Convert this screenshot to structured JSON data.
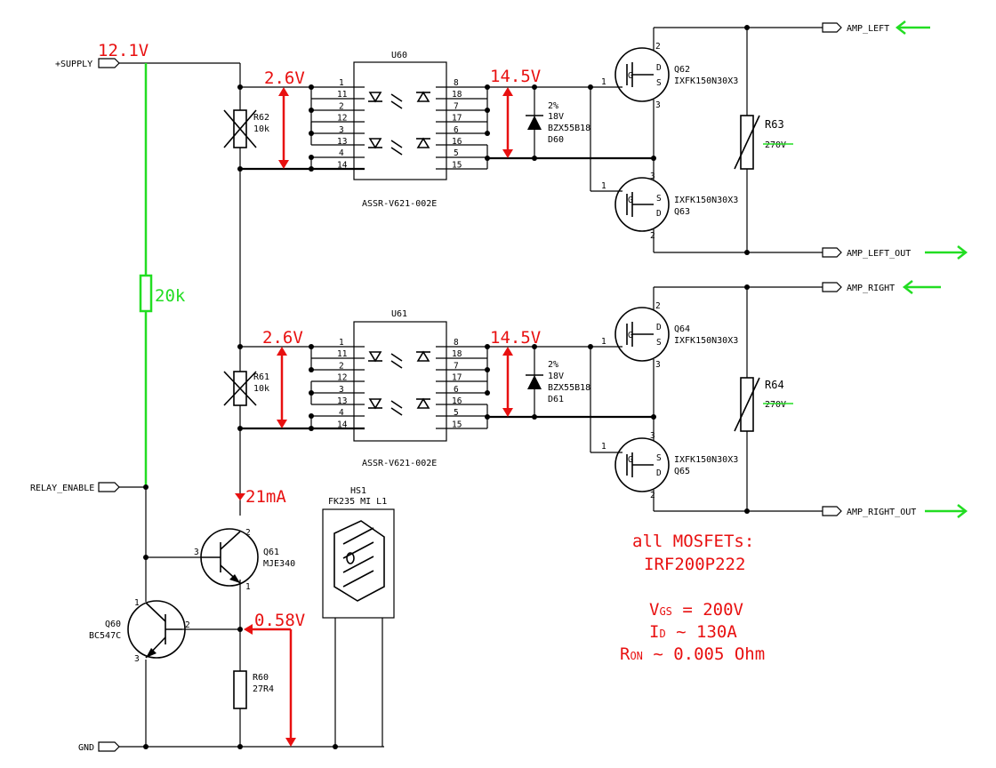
{
  "ports": {
    "supply": "+SUPPLY",
    "relay_enable": "RELAY_ENABLE",
    "gnd": "GND",
    "amp_left": "AMP_LEFT",
    "amp_left_out": "AMP_LEFT_OUT",
    "amp_right": "AMP_RIGHT",
    "amp_right_out": "AMP_RIGHT_OUT"
  },
  "components": {
    "u60": {
      "ref": "U60",
      "value": "ASSR-V621-002E"
    },
    "u61": {
      "ref": "U61",
      "value": "ASSR-V621-002E"
    },
    "r62": {
      "ref": "R62",
      "value": "10k"
    },
    "r61": {
      "ref": "R61",
      "value": "10k"
    },
    "r60": {
      "ref": "R60",
      "value": "27R4"
    },
    "r63": {
      "ref": "R63",
      "value": "270V"
    },
    "r64": {
      "ref": "R64",
      "value": "270V"
    },
    "d60": {
      "ref": "D60",
      "tol": "2%",
      "volt": "18V",
      "part": "BZX55B18"
    },
    "d61": {
      "ref": "D61",
      "tol": "2%",
      "volt": "18V",
      "part": "BZX55B18"
    },
    "q62": {
      "ref": "Q62",
      "part": "IXFK150N30X3"
    },
    "q63": {
      "ref": "Q63",
      "part": "IXFK150N30X3"
    },
    "q64": {
      "ref": "Q64",
      "part": "IXFK150N30X3"
    },
    "q65": {
      "ref": "Q65",
      "part": "IXFK150N30X3"
    },
    "q61": {
      "ref": "Q61",
      "part": "MJE340"
    },
    "q60": {
      "ref": "Q60",
      "part": "BC547C"
    },
    "hs1": {
      "ref": "HS1",
      "part": "FK235 MI L1"
    }
  },
  "u_pins_left": [
    "1",
    "11",
    "2",
    "12",
    "3",
    "13",
    "4",
    "14"
  ],
  "u_pins_right": [
    "8",
    "18",
    "7",
    "17",
    "6",
    "16",
    "5",
    "15"
  ],
  "pin_labels": {
    "one": "1",
    "two": "2",
    "three": "3",
    "g": "G",
    "d": "D",
    "s": "S"
  },
  "annotations": {
    "supply_voltage": "12.1V",
    "divider_resistor": "20k",
    "led_voltage_top": "2.6V",
    "led_voltage_bottom": "2.6V",
    "gate_voltage_top": "14.5V",
    "gate_voltage_bottom": "14.5V",
    "current": "21mA",
    "sense_voltage": "0.58V",
    "note_line1": "all MOSFETs:",
    "note_line2": "IRF200P222",
    "vgs_main": "V",
    "vgs_sub": "GS",
    "vgs_value": " = 200V",
    "id_main": "I",
    "id_sub": "D",
    "id_value": " ~ 130A",
    "ron_main": "R",
    "ron_sub": "ON",
    "ron_value": " ~ 0.005 Ohm"
  },
  "colors": {
    "annotation_red": "#e81010",
    "annotation_green": "#22dd22",
    "wire": "#000000"
  }
}
